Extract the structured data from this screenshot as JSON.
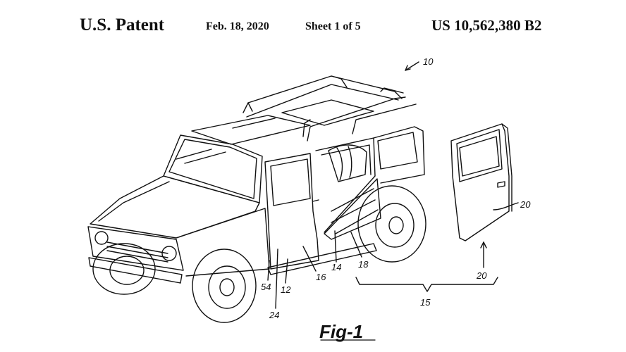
{
  "header": {
    "patent": "U.S. Patent",
    "date": "Feb. 18, 2020",
    "sheet": "Sheet 1 of 5",
    "number": "US 10,562,380 B2"
  },
  "figure": {
    "title": "Fig-1",
    "labels": [
      "10",
      "20",
      "20",
      "15",
      "14",
      "18",
      "16",
      "54",
      "12",
      "24"
    ]
  }
}
